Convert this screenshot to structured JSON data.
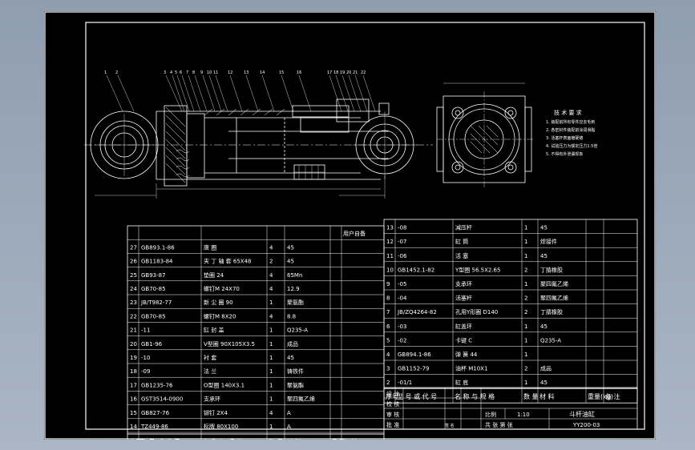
{
  "drawing": {
    "tech_title": "技 术 要 求",
    "tech_lines": [
      "1. 装配前所有零件应去毛刺",
      "2. 各密封件装配前涂润滑脂",
      "3. 活塞杆表面镀硬铬",
      "4. 试验压力为额定压力1.5倍",
      "5. 不得有外泄漏现象"
    ],
    "balloons": [
      "1",
      "2",
      "3",
      "4",
      "5",
      "6",
      "7",
      "8",
      "9",
      "10",
      "11",
      "12",
      "13",
      "14",
      "15",
      "16",
      "17",
      "18",
      "19",
      "20",
      "21",
      "22"
    ]
  },
  "left_table": {
    "footer": [
      "序号",
      "型 号 或 代 号",
      "名 称 与 规 格",
      "数 量",
      "材 料",
      "重量(kg)",
      "备 注"
    ],
    "header_extra": "用户自备",
    "rows": [
      [
        "27",
        "GB893.1-86",
        "唐 圈",
        "4",
        "45",
        ""
      ],
      [
        "26",
        "GB1183-84",
        "夹 丁 轴 套 65X48",
        "2",
        "45",
        ""
      ],
      [
        "25",
        "GB93-87",
        "垫圈 24",
        "4",
        "65Mn",
        ""
      ],
      [
        "24",
        "GB70-85",
        "螺钉M 24X70",
        "4",
        "12.9",
        ""
      ],
      [
        "23",
        "JB/T982-77",
        "新 尘 圈 90",
        "1",
        "聚氨酯",
        ""
      ],
      [
        "22",
        "GB70-85",
        "螺钉M 8X20",
        "4",
        "8.8",
        ""
      ],
      [
        "21",
        "-11",
        "缸 封 盖",
        "1",
        "Q235-A",
        ""
      ],
      [
        "20",
        "GB1-96",
        "V型圈 90X105X3.5",
        "1",
        "成品",
        ""
      ],
      [
        "19",
        "-10",
        "衬 套",
        "1",
        "45",
        ""
      ],
      [
        "18",
        "-09",
        "法 兰",
        "1",
        "铸铁件",
        ""
      ],
      [
        "17",
        "GB1235-76",
        "O型圈 140X3.1",
        "1",
        "聚氨酯",
        ""
      ],
      [
        "16",
        "GST3514-0900",
        "支承环",
        "1",
        "聚四氟乙烯",
        ""
      ],
      [
        "15",
        "GB827-76",
        "铆钉 2X4",
        "4",
        "A",
        ""
      ],
      [
        "14",
        "TZ449-86",
        "标牌 80X100",
        "1",
        "A",
        ""
      ]
    ]
  },
  "right_table": {
    "footer": [
      "序号",
      "型 号 或 代 号",
      "名 称 与 规 格",
      "数 量",
      "材 料",
      "重量(kg)",
      "备 注"
    ],
    "rows": [
      [
        "13",
        "-08",
        "减压杆",
        "1",
        "45",
        ""
      ],
      [
        "12",
        "-07",
        "缸 筒",
        "1",
        "焊接件",
        ""
      ],
      [
        "11",
        "-06",
        "活 塞",
        "1",
        "45",
        ""
      ],
      [
        "10",
        "GB1452.1-82",
        "Y型圈 56.5X2.65",
        "2",
        "丁腈橡胶",
        ""
      ],
      [
        "9",
        "-05",
        "支承环",
        "1",
        "聚四氟乙烯",
        ""
      ],
      [
        "8",
        "-04",
        "活塞杆",
        "2",
        "聚四氟乙烯",
        ""
      ],
      [
        "7",
        "JB/ZQ4264-82",
        "孔用Y形圈 D140",
        "2",
        "丁腈橡胶",
        ""
      ],
      [
        "6",
        "-03",
        "缸盖环",
        "1",
        "45",
        ""
      ],
      [
        "5",
        "-02",
        "卡键 C",
        "1",
        "Q235-A",
        ""
      ],
      [
        "4",
        "GB894.1-86",
        "弹 簧 44",
        "1",
        "",
        ""
      ],
      [
        "3",
        "GB1152-79",
        "油杯 M10X1",
        "2",
        "成品",
        ""
      ],
      [
        "2",
        "-01/1",
        "缸 底",
        "1",
        "45",
        ""
      ]
    ]
  },
  "title_block": {
    "rows": [
      "设 计",
      "校 核",
      "审 核",
      "批 准"
    ],
    "sign": "签 名",
    "ratio_label": "比例",
    "ratio": "1:10",
    "sheets": "共 张  第 张",
    "name": "斗杆油缸",
    "code": "YY200-03"
  }
}
